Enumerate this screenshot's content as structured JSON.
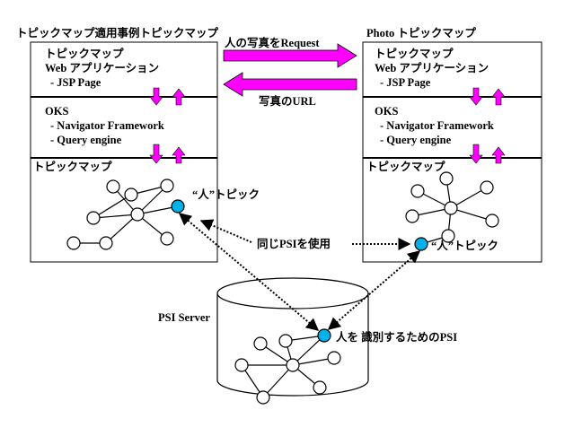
{
  "left_system": {
    "title": "トピックマップ適用事例トピックマップ",
    "app_layer": {
      "line1": "トピックマップ",
      "line2": "Web アプリケーション",
      "line3": "- JSP Page"
    },
    "oks_layer": {
      "line1": "OKS",
      "line2": "- Navigator Framework",
      "line3": "- Query engine"
    },
    "map_layer": {
      "label": "トピックマップ",
      "topic_label": "“人”トピック"
    }
  },
  "right_system": {
    "title": "Photo トピックマップ",
    "app_layer": {
      "line1": "トピックマップ",
      "line2": "Web アプリケーション",
      "line3": "- JSP Page"
    },
    "oks_layer": {
      "line1": "OKS",
      "line2": "- Navigator Framework",
      "line3": "- Query engine"
    },
    "map_layer": {
      "label": "トピックマップ",
      "topic_label": "“人”トピック"
    }
  },
  "request_arrow_label": "人の写真をRequest",
  "response_arrow_label": "写真のURL",
  "same_psi_label": "同じPSIを使用",
  "psi_server": {
    "label": "PSI Server",
    "topic_label": "人を 識別するためのPSI"
  },
  "colors": {
    "arrow": "#ff00ff",
    "topic_node": "#00b0e8",
    "line": "#000000"
  }
}
